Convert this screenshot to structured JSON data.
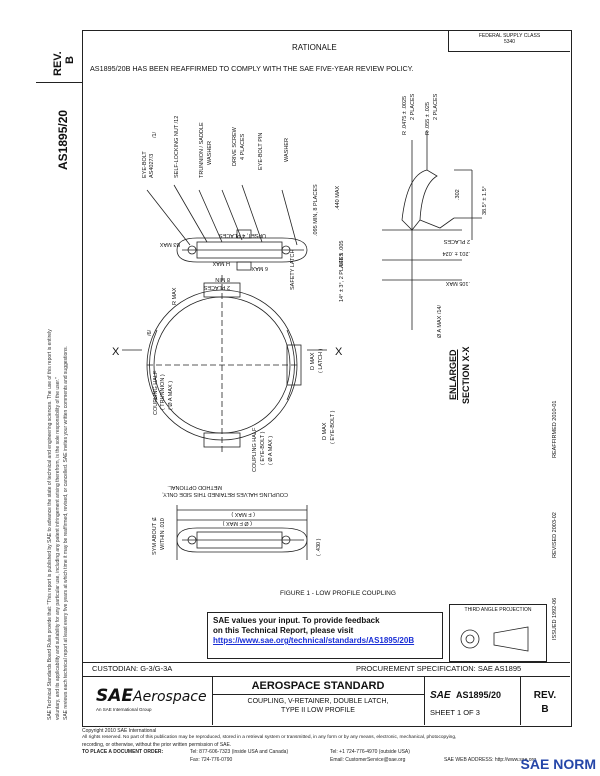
{
  "header": {
    "rev_label": "REV.",
    "rev_value": "B",
    "doc_number_vertical": "AS1895/20",
    "rationale_title": "RATIONALE",
    "fsc_line1": "FEDERAL SUPPLY CLASS",
    "fsc_line2": "5340",
    "rationale_text": "AS1895/20B HAS BEEN REAFFIRMED TO COMPLY WITH THE SAE FIVE-YEAR REVIEW POLICY."
  },
  "left_margin": {
    "line1": "SAE Technical Standards Board Rules provide that: \"This report is published by SAE to advance the state of technical and engineering sciences. The use of this report is entirely",
    "line2": "voluntary, and its applicability and suitability for any particular use, including any patent infringement arising therefrom, is the sole responsibility of the user.\"",
    "line3": "SAE reviews each technical report at least every five years at which time it may be reaffirmed, revised, or cancelled. SAE invites your written comments and suggestions."
  },
  "drawing": {
    "labels_top": [
      "EYE-BOLT",
      "AS4027/3",
      "/1/",
      "SELF-LOCKING NUT /12",
      "TRUNNION / SADDLE",
      "WASHER",
      "DRIVE SCREW",
      "4 PLACES",
      "EYE-BOLT PIN",
      "WASHER"
    ],
    "dims_left": [
      "B3 MAX",
      "UPSET, 4 PLACES",
      ".440 MAX",
      ".095 MIN, 8 PLACES",
      "SAFETY LATCH",
      ".148 ± .005",
      "14° ± 3°, 2 PLACES",
      "6 MAX",
      "H MAX",
      "8 MIN",
      "2 PLACES",
      "R MAX",
      "/6/",
      "X",
      "X",
      "D MAX",
      "( LATCH )",
      "D MAX",
      "( EYE-BOLT )",
      "COUPLING HALF",
      "( TRUNNION )",
      "( Ø A MAX )",
      "COUPLING HALF",
      "( EYE-BOLT )",
      "( Ø A MAX )",
      "COUPLING HALVES RETAINED THIS SIDE ONLY,",
      "METHOD OPTIONAL.",
      "SYM ABOUT ⊈",
      "WITHIN .010",
      "( F MAX )",
      "( Ø F MAX )",
      "( .430 )"
    ],
    "dims_right": [
      "R .0475 ± .0025",
      "2 PLACES",
      "R .055 ± .025",
      "2 PLACES",
      ".302",
      "38.5° ± 1.5°",
      "2 PLACES",
      ".201 ± .024",
      ".105 MAX",
      "Ø A MAX /14/"
    ],
    "section_label_1": "ENLARGED",
    "section_label_2": "SECTION X-X",
    "figure_caption": "FIGURE 1 - LOW PROFILE COUPLING",
    "side_codes": [
      "ISSUED 1992-06",
      "REVISED 2003-02",
      "REAFFIRMED 2010-01"
    ],
    "projection_label": "THIRD ANGLE PROJECTION"
  },
  "feedback": {
    "line1": "SAE values your input. To provide feedback",
    "line2": "on this Technical Report, please visit",
    "link": "https://www.sae.org/technical/standards/AS1895/20B"
  },
  "title_block": {
    "custodian": "CUSTODIAN: G-3/G-3A",
    "procurement": "PROCUREMENT SPECIFICATION: SAE AS1895",
    "brand": "SAE",
    "brand_suffix": "Aerospace",
    "brand_sub": "An SAE International Group",
    "standard_title": "AEROSPACE STANDARD",
    "desc_line1": "COUPLING, V-RETAINER, DOUBLE LATCH,",
    "desc_line2": "TYPE II LOW PROFILE",
    "sae_small": "SAE",
    "doc_number": "AS1895/20",
    "sheet": "SHEET 1 OF 3",
    "rev_label": "REV.",
    "rev_value": "B"
  },
  "footer": {
    "copyright": "Copyright 2010 SAE International",
    "rights1": "All rights reserved. No part of this publication may be reproduced, stored in a retrieval system or transmitted, in any form or by any means, electronic, mechanical, photocopying,",
    "rights2": "recording, or otherwise, without the prior written permission of SAE.",
    "order_label": "TO PLACE A DOCUMENT ORDER:",
    "tel1": "Tel: 877-606-7323 (inside USA and Canada)",
    "tel2": "Tel: +1 724-776-4970 (outside USA)",
    "fax": "Fax: 724-776-0790",
    "email": "Email: CustomerService@sae.org",
    "web": "SAE WEB ADDRESS: http://www.sae.org"
  },
  "watermark": "SAE NORM"
}
